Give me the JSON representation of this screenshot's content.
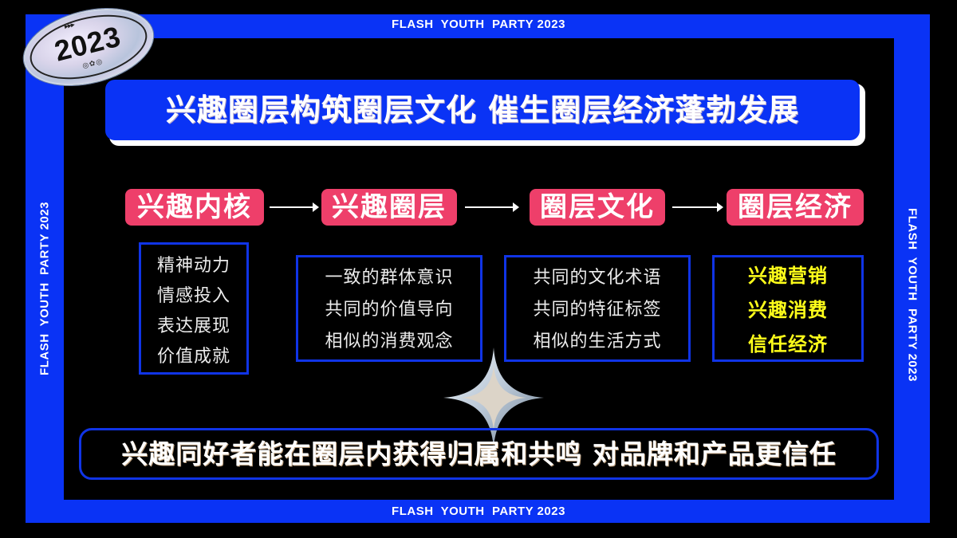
{
  "frame": {
    "band_text": "FLASH  YOUTH  PARTY 2023",
    "colors": {
      "frame_blue": "#0a33f5",
      "background": "#000000"
    }
  },
  "badge": {
    "year": "2023",
    "arrows": "▸▸▸",
    "icons": "◎✿◎"
  },
  "title": {
    "text": "兴趣圈层构筑圈层文化 催生圈层经济蓬勃发展",
    "background": "#0a33f5"
  },
  "flow": {
    "stage_color": "#ee3f6a",
    "stages": [
      {
        "label": "兴趣内核",
        "items": [
          "精神动力",
          "情感投入",
          "表达展现",
          "价值成就"
        ]
      },
      {
        "label": "兴趣圈层",
        "items": [
          "一致的群体意识",
          "共同的价值导向",
          "相似的消费观念"
        ]
      },
      {
        "label": "圈层文化",
        "items": [
          "共同的文化术语",
          "共同的特征标签",
          "相似的生活方式"
        ]
      },
      {
        "label": "圈层经济",
        "items": [
          "兴趣营销",
          "兴趣消费",
          "信任经济"
        ],
        "highlight_color": "#ffff1a"
      }
    ]
  },
  "conclusion": {
    "text": "兴趣同好者能在圈层内获得归属和共鸣 对品牌和产品更信任"
  }
}
